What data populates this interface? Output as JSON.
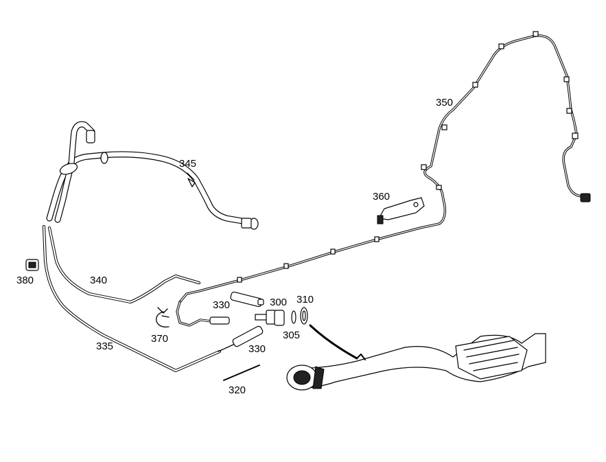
{
  "diagram": {
    "callouts": [
      {
        "id": "300",
        "text": "300"
      },
      {
        "id": "305",
        "text": "305"
      },
      {
        "id": "310",
        "text": "310"
      },
      {
        "id": "320",
        "text": "320"
      },
      {
        "id": "330a",
        "text": "330"
      },
      {
        "id": "330b",
        "text": "330"
      },
      {
        "id": "335",
        "text": "335"
      },
      {
        "id": "340",
        "text": "340"
      },
      {
        "id": "345",
        "text": "345"
      },
      {
        "id": "350",
        "text": "350"
      },
      {
        "id": "360",
        "text": "360"
      },
      {
        "id": "370",
        "text": "370"
      },
      {
        "id": "380",
        "text": "380"
      }
    ]
  }
}
